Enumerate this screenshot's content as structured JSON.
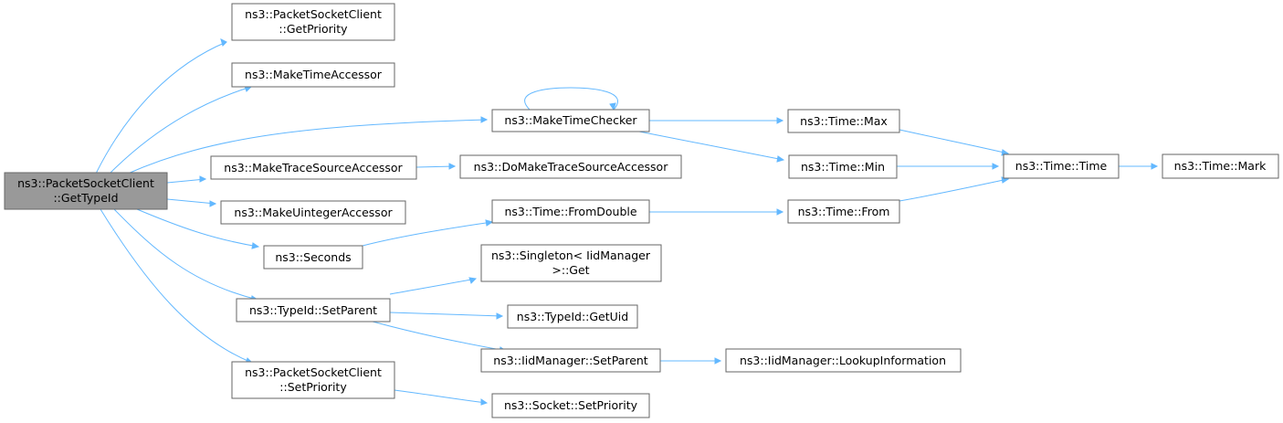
{
  "colors": {
    "edge": "#63b8ff",
    "node_border": "#666666",
    "root_fill": "#999999",
    "node_fill": "#ffffff"
  },
  "nodes": {
    "root": [
      "ns3::PacketSocketClient",
      "::GetTypeId"
    ],
    "get_priority": [
      "ns3::PacketSocketClient",
      "::GetPriority"
    ],
    "make_time_accessor": [
      "ns3::MakeTimeAccessor"
    ],
    "make_time_checker": [
      "ns3::MakeTimeChecker"
    ],
    "make_trace_source_accessor": [
      "ns3::MakeTraceSourceAccessor"
    ],
    "do_make_trace_source_accessor": [
      "ns3::DoMakeTraceSourceAccessor"
    ],
    "make_uinteger_accessor": [
      "ns3::MakeUintegerAccessor"
    ],
    "seconds": [
      "ns3::Seconds"
    ],
    "time_from_double": [
      "ns3::Time::FromDouble"
    ],
    "typeid_set_parent": [
      "ns3::TypeId::SetParent"
    ],
    "singleton_get": [
      "ns3::Singleton< IidManager",
      ">::Get"
    ],
    "typeid_get_uid": [
      "ns3::TypeId::GetUid"
    ],
    "iidmanager_set_parent": [
      "ns3::IidManager::SetParent"
    ],
    "set_priority": [
      "ns3::PacketSocketClient",
      "::SetPriority"
    ],
    "socket_set_priority": [
      "ns3::Socket::SetPriority"
    ],
    "time_max": [
      "ns3::Time::Max"
    ],
    "time_min": [
      "ns3::Time::Min"
    ],
    "time_from": [
      "ns3::Time::From"
    ],
    "time_time": [
      "ns3::Time::Time"
    ],
    "time_mark": [
      "ns3::Time::Mark"
    ],
    "iidmanager_lookup": [
      "ns3::IidManager::LookupInformation"
    ]
  },
  "edges": [
    [
      "root",
      "get_priority"
    ],
    [
      "root",
      "make_time_accessor"
    ],
    [
      "root",
      "make_time_checker"
    ],
    [
      "root",
      "make_trace_source_accessor"
    ],
    [
      "root",
      "make_uinteger_accessor"
    ],
    [
      "root",
      "seconds"
    ],
    [
      "root",
      "typeid_set_parent"
    ],
    [
      "root",
      "set_priority"
    ],
    [
      "make_time_checker",
      "make_time_checker"
    ],
    [
      "make_time_checker",
      "time_max"
    ],
    [
      "make_time_checker",
      "time_min"
    ],
    [
      "make_trace_source_accessor",
      "do_make_trace_source_accessor"
    ],
    [
      "seconds",
      "time_from_double"
    ],
    [
      "time_from_double",
      "time_from"
    ],
    [
      "typeid_set_parent",
      "singleton_get"
    ],
    [
      "typeid_set_parent",
      "typeid_get_uid"
    ],
    [
      "typeid_set_parent",
      "iidmanager_set_parent"
    ],
    [
      "iidmanager_set_parent",
      "iidmanager_lookup"
    ],
    [
      "set_priority",
      "socket_set_priority"
    ],
    [
      "time_max",
      "time_time"
    ],
    [
      "time_min",
      "time_time"
    ],
    [
      "time_from",
      "time_time"
    ],
    [
      "time_time",
      "time_mark"
    ]
  ]
}
